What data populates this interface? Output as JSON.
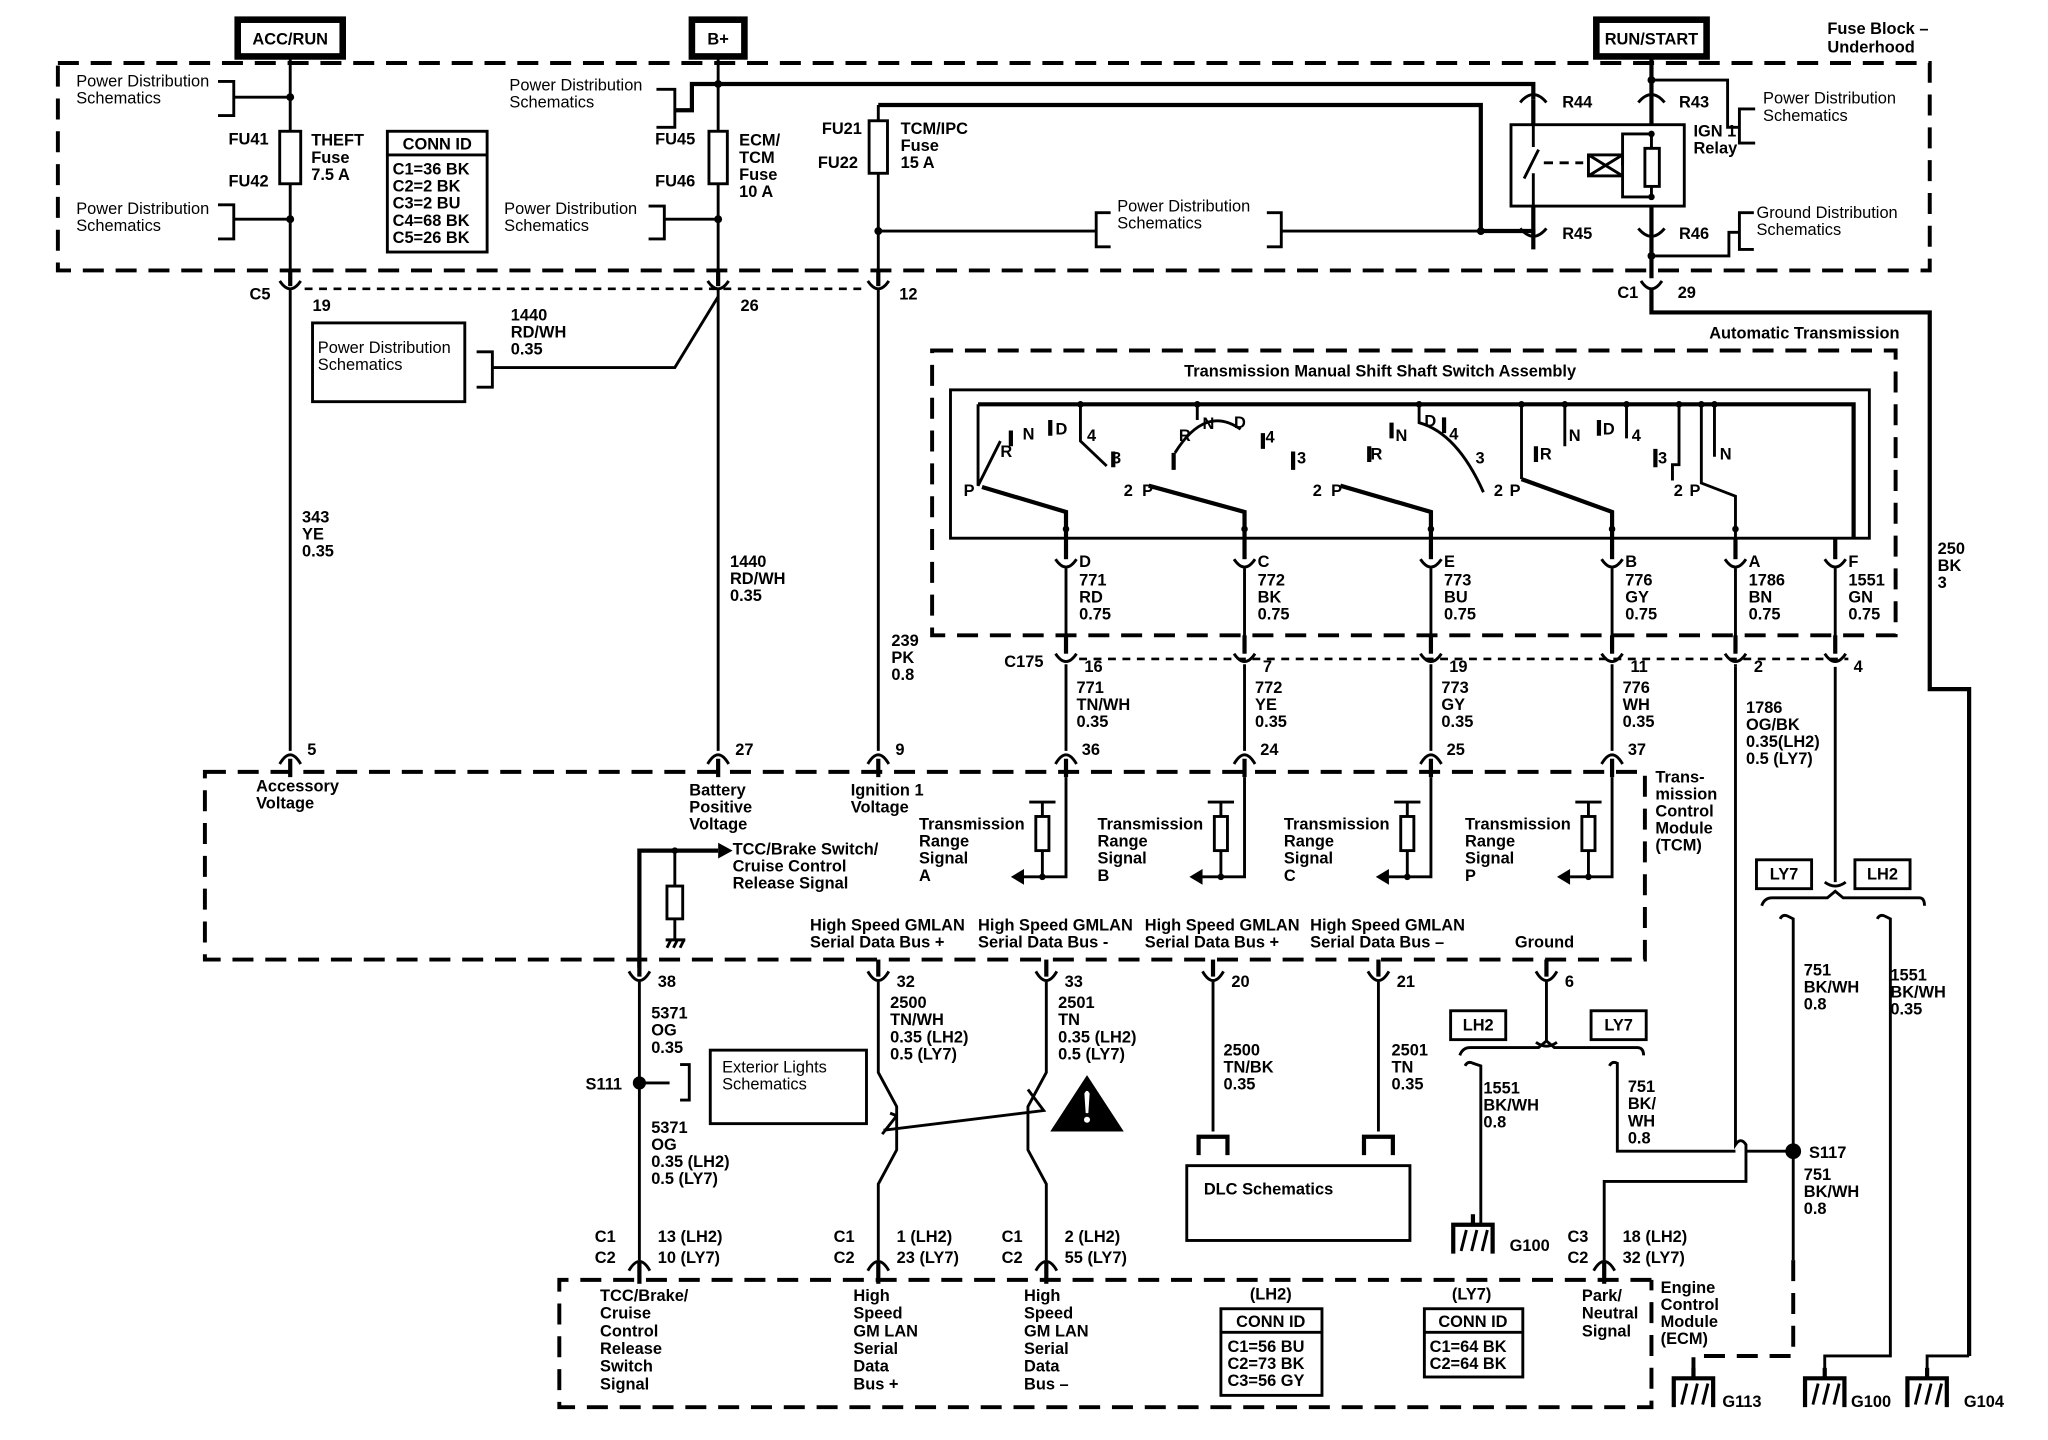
{
  "title_block": "Fuse Block – Underhood",
  "title_block_l1": "Fuse Block –",
  "title_block_l2": "Underhood",
  "power_sources": {
    "acc_run": "ACC/RUN",
    "bplus": "B+",
    "run_start": "RUN/START"
  },
  "pds": {
    "l1": "Power Distribution",
    "l2": "Schematics"
  },
  "gds": {
    "l1": "Ground Distribution",
    "l2": "Schematics"
  },
  "ext_lights": {
    "l1": "Exterior Lights",
    "l2": "Schematics"
  },
  "dlc": "DLC Schematics",
  "fuses": [
    {
      "top": "FU41",
      "bot": "FU42",
      "l1": "THEFT",
      "l2": "Fuse",
      "l3": "7.5 A"
    },
    {
      "top": "FU45",
      "bot": "FU46",
      "l1": "ECM/",
      "l2": "TCM",
      "l3": "Fuse",
      "l4": "10 A"
    },
    {
      "top": "FU21",
      "bot": "FU22",
      "l1": "TCM/IPC",
      "l2": "Fuse",
      "l3": "15 A"
    }
  ],
  "conn_id_fuse": {
    "title": "CONN ID",
    "rows": [
      "C1=36 BK",
      "C2=2 BK",
      "C3=2 BU",
      "C4=68 BK",
      "C5=26 BK"
    ]
  },
  "relay": {
    "l1": "IGN 1",
    "l2": "Relay",
    "r43": "R43",
    "r44": "R44",
    "r45": "R45",
    "r46": "R46"
  },
  "fuse_conn": {
    "c5": "C5",
    "p19": "19",
    "p26": "26",
    "p12": "12",
    "c1": "C1",
    "p29": "29"
  },
  "wires_top": {
    "w1440a": [
      "1440",
      "RD/WH",
      "0.35"
    ],
    "w343": [
      "343",
      "YE",
      "0.35"
    ],
    "w1440b": [
      "1440",
      "RD/WH",
      "0.35"
    ],
    "w239": [
      "239",
      "PK",
      "0.8"
    ],
    "w250": [
      "250",
      "BK",
      "3"
    ]
  },
  "auto_trans": "Automatic Transmission",
  "switch_assembly": {
    "title": "Transmission Manual Shift Shaft Switch Assembly",
    "pos": {
      "P": "P",
      "R": "R",
      "N": "N",
      "D": "D",
      "4": "4",
      "3": "3",
      "2": "2"
    },
    "pins": [
      {
        "pin": "D",
        "wire": [
          "771",
          "RD",
          "0.75"
        ]
      },
      {
        "pin": "C",
        "wire": [
          "772",
          "BK",
          "0.75"
        ]
      },
      {
        "pin": "E",
        "wire": [
          "773",
          "BU",
          "0.75"
        ]
      },
      {
        "pin": "B",
        "wire": [
          "776",
          "GY",
          "0.75"
        ]
      },
      {
        "pin": "A",
        "wire": [
          "1786",
          "BN",
          "0.75"
        ]
      },
      {
        "pin": "F",
        "wire": [
          "1551",
          "GN",
          "0.75"
        ]
      }
    ]
  },
  "c175": {
    "label": "C175",
    "pins": [
      "16",
      "7",
      "19",
      "11",
      "2",
      "4"
    ],
    "wires": [
      [
        "771",
        "TN/WH",
        "0.35"
      ],
      [
        "772",
        "YE",
        "0.35"
      ],
      [
        "773",
        "GY",
        "0.35"
      ],
      [
        "776",
        "WH",
        "0.35"
      ],
      [
        "1786",
        "OG/BK",
        "0.35(LH2)",
        "0.5  (LY7)"
      ]
    ]
  },
  "tcm": {
    "name": [
      "Trans-",
      "mission",
      "Control",
      "Module",
      "(TCM)"
    ],
    "top_pins": [
      "5",
      "27",
      "9",
      "36",
      "24",
      "25",
      "37"
    ],
    "accessory": [
      "Accessory",
      "Voltage"
    ],
    "battery": [
      "Battery",
      "Positive",
      "Voltage"
    ],
    "ignition": [
      "Ignition 1",
      "Voltage"
    ],
    "tcc": [
      "TCC/Brake Switch/",
      "Cruise Control",
      "Release Signal"
    ],
    "range": [
      [
        "Transmission",
        "Range",
        "Signal",
        "A"
      ],
      [
        "Transmission",
        "Range",
        "Signal",
        "B"
      ],
      [
        "Transmission",
        "Range",
        "Signal",
        "C"
      ],
      [
        "Transmission",
        "Range",
        "Signal",
        "P"
      ]
    ],
    "gmlan": [
      [
        "High Speed GMLAN",
        "Serial Data Bus +"
      ],
      [
        "High Speed GMLAN",
        "Serial Data Bus -"
      ],
      [
        "High Speed GMLAN",
        "Serial Data Bus +"
      ],
      [
        "High Speed GMLAN",
        "Serial Data Bus –"
      ]
    ],
    "ground": "Ground",
    "bottom_pins": [
      "38",
      "32",
      "33",
      "20",
      "21",
      "6"
    ]
  },
  "lower_wires": {
    "w5371a": [
      "5371",
      "OG",
      "0.35"
    ],
    "w5371b": [
      "5371",
      "OG",
      "0.35  (LH2)",
      "0.5    (LY7)"
    ],
    "w2500": [
      "2500",
      "TN/WH",
      "0.35  (LH2)",
      "0.5    (LY7)"
    ],
    "w2501": [
      "2501",
      "TN",
      "0.35  (LH2)",
      "0.5    (LY7)"
    ],
    "w2500b": [
      "2500",
      "TN/BK",
      "0.35"
    ],
    "w2501b": [
      "2501",
      "TN",
      "0.35"
    ],
    "w1551a": [
      "1551",
      "BK/WH",
      "0.8"
    ],
    "w751a": [
      "751",
      "BK/",
      "WH",
      "0.8"
    ],
    "w751b": [
      "751",
      "BK/WH",
      "0.8"
    ],
    "w1551b": [
      "1551",
      "BK/WH",
      "0.35"
    ],
    "w751c": [
      "751",
      "BK/WH",
      "0.8"
    ]
  },
  "splices": {
    "s111": "S111",
    "s117": "S117"
  },
  "options": {
    "lh2": "LH2",
    "ly7": "LY7"
  },
  "grounds": {
    "g100a": "G100",
    "g113": "G113",
    "g100b": "G100",
    "g104": "G104"
  },
  "ecm": {
    "name": [
      "Engine",
      "Control",
      "Module",
      "(ECM)"
    ],
    "conns": [
      {
        "c1": "C1",
        "c2": "C2",
        "p1": "13  (LH2)",
        "p2": "10  (LY7)"
      },
      {
        "c1": "C1",
        "c2": "C2",
        "p1": "1   (LH2)",
        "p2": "23  (LY7)"
      },
      {
        "c1": "C1",
        "c2": "C2",
        "p1": "2   (LH2)",
        "p2": "55  (LY7)"
      },
      {
        "c1": "C3",
        "c2": "C2",
        "p1": "18 (LH2)",
        "p2": "32 (LY7)"
      }
    ],
    "tcc": [
      "TCC/Brake/",
      "Cruise",
      "Control",
      "Release",
      "Switch",
      "Signal"
    ],
    "hs_plus": [
      "High",
      "Speed",
      "GM LAN",
      "Serial",
      "Data",
      "Bus +"
    ],
    "hs_minus": [
      "High",
      "Speed",
      "GM LAN",
      "Serial",
      "Data",
      "Bus –"
    ],
    "pn": [
      "Park/",
      "Neutral",
      "Signal"
    ],
    "lh2_label": "(LH2)",
    "ly7_label": "(LY7)",
    "conn_lh2": {
      "title": "CONN ID",
      "rows": [
        "C1=56 BU",
        "C2=73 BK",
        "C3=56 GY"
      ]
    },
    "conn_ly7": {
      "title": "CONN ID",
      "rows": [
        "C1=64 BK",
        "C2=64 BK"
      ]
    }
  }
}
